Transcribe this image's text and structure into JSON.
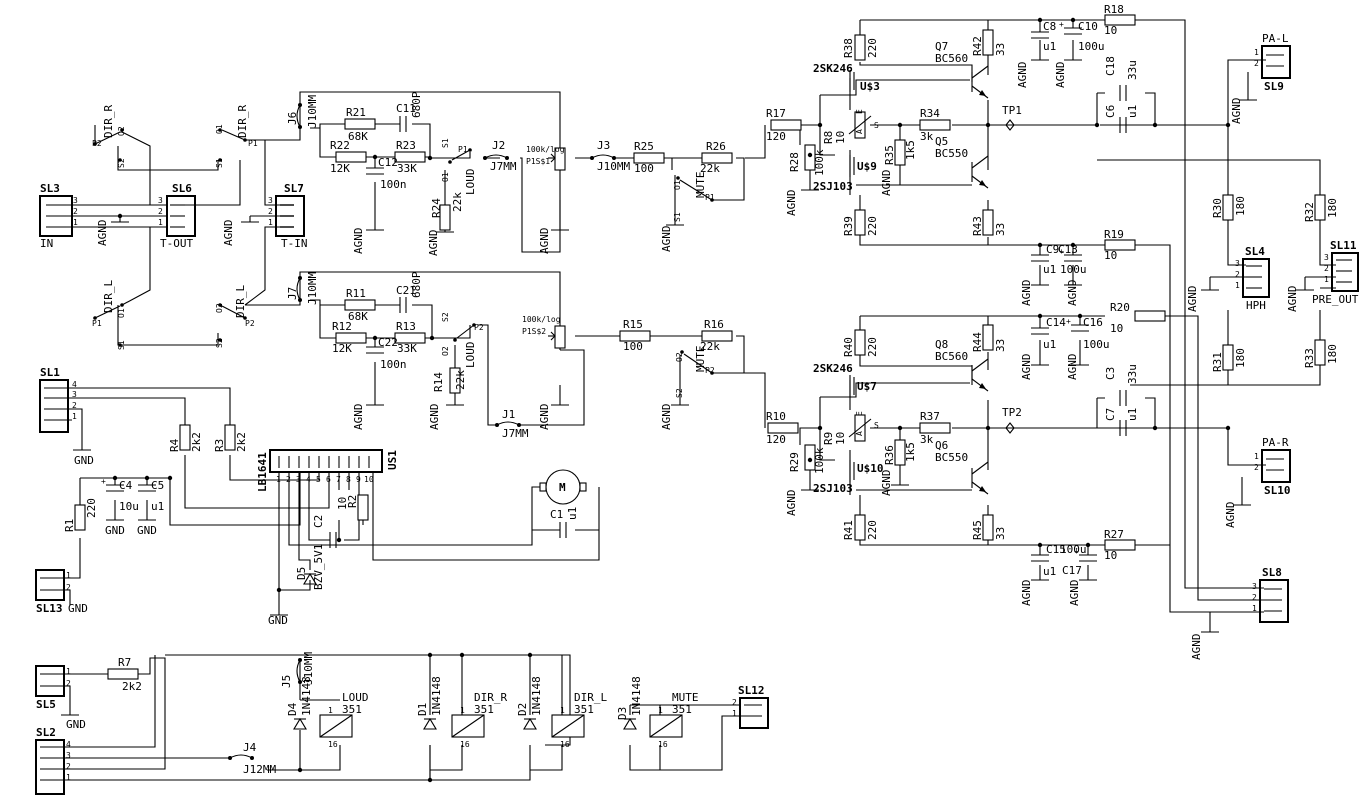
{
  "connectors": [
    {
      "id": "sl3",
      "ref": "SL3",
      "name": "IN",
      "pins": [
        "3",
        "2",
        "1"
      ]
    },
    {
      "id": "sl6",
      "ref": "SL6",
      "name": "T-OUT",
      "pins": [
        "3",
        "2",
        "1"
      ]
    },
    {
      "id": "sl7",
      "ref": "SL7",
      "name": "T-IN",
      "pins": [
        "3",
        "2",
        "1"
      ]
    },
    {
      "id": "sl1",
      "ref": "SL1",
      "name": "",
      "pins": [
        "4",
        "3",
        "2",
        "1"
      ]
    },
    {
      "id": "sl13",
      "ref": "SL13",
      "name": "GND",
      "pins": [
        "1",
        "2"
      ]
    },
    {
      "id": "sl5",
      "ref": "SL5",
      "name": "",
      "pins": [
        "1",
        "2"
      ]
    },
    {
      "id": "sl2",
      "ref": "SL2",
      "name": "",
      "pins": [
        "4",
        "3",
        "2",
        "1"
      ]
    },
    {
      "id": "sl12",
      "ref": "SL12",
      "name": "",
      "pins": [
        "2",
        "1"
      ]
    },
    {
      "id": "sl9",
      "ref": "SL9",
      "name": "PA-L",
      "pins": [
        "1",
        "2"
      ]
    },
    {
      "id": "sl10",
      "ref": "SL10",
      "name": "PA-R",
      "pins": [
        "1",
        "2"
      ]
    },
    {
      "id": "sl4",
      "ref": "SL4",
      "name": "HPH",
      "pins": [
        "3",
        "2",
        "1"
      ]
    },
    {
      "id": "sl11",
      "ref": "SL11",
      "name": "PRE_OUT",
      "pins": [
        "3",
        "2",
        "1"
      ]
    },
    {
      "id": "sl8",
      "ref": "SL8",
      "name": "",
      "pins": [
        "3",
        "2",
        "1"
      ]
    }
  ],
  "resistors": [
    {
      "id": "r21",
      "ref": "R21",
      "value": "68K"
    },
    {
      "id": "r22",
      "ref": "R22",
      "value": "12K"
    },
    {
      "id": "r23",
      "ref": "R23",
      "value": "33K"
    },
    {
      "id": "r24",
      "ref": "R24",
      "value": "22k"
    },
    {
      "id": "r25",
      "ref": "R25",
      "value": "100"
    },
    {
      "id": "r26",
      "ref": "R26",
      "value": "22k"
    },
    {
      "id": "r11",
      "ref": "R11",
      "value": "68K"
    },
    {
      "id": "r12",
      "ref": "R12",
      "value": "12K"
    },
    {
      "id": "r13",
      "ref": "R13",
      "value": "33K"
    },
    {
      "id": "r14",
      "ref": "R14",
      "value": "22k"
    },
    {
      "id": "r15",
      "ref": "R15",
      "value": "100"
    },
    {
      "id": "r16",
      "ref": "R16",
      "value": "22k"
    },
    {
      "id": "r17",
      "ref": "R17",
      "value": "120"
    },
    {
      "id": "r28",
      "ref": "R28",
      "value": "100k"
    },
    {
      "id": "r10",
      "ref": "R10",
      "value": "120"
    },
    {
      "id": "r29",
      "ref": "R29",
      "value": "100k"
    },
    {
      "id": "r38",
      "ref": "R38",
      "value": "220"
    },
    {
      "id": "r39",
      "ref": "R39",
      "value": "220"
    },
    {
      "id": "r40",
      "ref": "R40",
      "value": "220"
    },
    {
      "id": "r41",
      "ref": "R41",
      "value": "220"
    },
    {
      "id": "r42",
      "ref": "R42",
      "value": "33"
    },
    {
      "id": "r43",
      "ref": "R43",
      "value": "33"
    },
    {
      "id": "r44",
      "ref": "R44",
      "value": "33"
    },
    {
      "id": "r45",
      "ref": "R45",
      "value": "33"
    },
    {
      "id": "r34",
      "ref": "R34",
      "value": "3k"
    },
    {
      "id": "r37",
      "ref": "R37",
      "value": "3k"
    },
    {
      "id": "r35",
      "ref": "R35",
      "value": "1k5"
    },
    {
      "id": "r36",
      "ref": "R36",
      "value": "1k5"
    },
    {
      "id": "r18",
      "ref": "R18",
      "value": "10"
    },
    {
      "id": "r19",
      "ref": "R19",
      "value": "10"
    },
    {
      "id": "r20",
      "ref": "R20",
      "value": "10"
    },
    {
      "id": "r27",
      "ref": "R27",
      "value": "10"
    },
    {
      "id": "r30",
      "ref": "R30",
      "value": "180"
    },
    {
      "id": "r31",
      "ref": "R31",
      "value": "180"
    },
    {
      "id": "r32",
      "ref": "R32",
      "value": "180"
    },
    {
      "id": "r33",
      "ref": "R33",
      "value": "180"
    },
    {
      "id": "r4",
      "ref": "R4",
      "value": "2k2"
    },
    {
      "id": "r3",
      "ref": "R3",
      "value": "2k2"
    },
    {
      "id": "r1",
      "ref": "R1",
      "value": "220"
    },
    {
      "id": "r2",
      "ref": "R2",
      "value": "10"
    },
    {
      "id": "r7",
      "ref": "R7",
      "value": "2k2"
    }
  ],
  "capacitors": [
    {
      "id": "c11",
      "ref": "C11",
      "value": "680P"
    },
    {
      "id": "c12",
      "ref": "C12",
      "value": "100n"
    },
    {
      "id": "c21",
      "ref": "C21",
      "value": "680P"
    },
    {
      "id": "c22",
      "ref": "C22",
      "value": "100n"
    },
    {
      "id": "c8",
      "ref": "C8",
      "value": "u1"
    },
    {
      "id": "c10",
      "ref": "C10",
      "value": "100u"
    },
    {
      "id": "c18",
      "ref": "C18",
      "value": "33u"
    },
    {
      "id": "c6",
      "ref": "C6",
      "value": "u1"
    },
    {
      "id": "c9",
      "ref": "C9",
      "value": "u1"
    },
    {
      "id": "c13",
      "ref": "C13",
      "value": "100u"
    },
    {
      "id": "c14",
      "ref": "C14",
      "value": "u1"
    },
    {
      "id": "c16",
      "ref": "C16",
      "value": "100u"
    },
    {
      "id": "c3",
      "ref": "C3",
      "value": "33u"
    },
    {
      "id": "c7",
      "ref": "C7",
      "value": "u1"
    },
    {
      "id": "c15",
      "ref": "C15",
      "value": "u1"
    },
    {
      "id": "c17",
      "ref": "C17",
      "value": "100u"
    },
    {
      "id": "c4",
      "ref": "C4",
      "value": "10u"
    },
    {
      "id": "c5",
      "ref": "C5",
      "value": "u1"
    },
    {
      "id": "c1",
      "ref": "C1",
      "value": "u1"
    },
    {
      "id": "c2",
      "ref": "C2",
      "value": ""
    }
  ],
  "transistors": [
    {
      "id": "q7",
      "ref": "Q7",
      "value": "BC560"
    },
    {
      "id": "q5",
      "ref": "Q5",
      "value": "BC550"
    },
    {
      "id": "q8",
      "ref": "Q8",
      "value": "BC560"
    },
    {
      "id": "q6",
      "ref": "Q6",
      "value": "BC550"
    }
  ],
  "fets": [
    {
      "id": "u3",
      "ref": "U$3",
      "value": "2SK246"
    },
    {
      "id": "u9",
      "ref": "U$9",
      "value": "2SJ103"
    },
    {
      "id": "u7",
      "ref": "U$7",
      "value": "2SK246"
    },
    {
      "id": "u10",
      "ref": "U$10",
      "value": "2SJ103"
    }
  ],
  "trimmers": [
    {
      "id": "r8",
      "ref": "R8",
      "value": "10"
    },
    {
      "id": "r9",
      "ref": "R9",
      "value": "10"
    }
  ],
  "pots": [
    {
      "id": "p1",
      "ref": "P1S$1",
      "value": "100k/log"
    },
    {
      "id": "p2",
      "ref": "P1S$2",
      "value": "100k/log"
    }
  ],
  "jumpers": [
    {
      "id": "j6",
      "ref": "J6",
      "value": "J10MM"
    },
    {
      "id": "j2",
      "ref": "J2",
      "value": "J7MM"
    },
    {
      "id": "j3",
      "ref": "J3",
      "value": "J10MM"
    },
    {
      "id": "j7",
      "ref": "J7",
      "value": "J10MM"
    },
    {
      "id": "j1",
      "ref": "J1",
      "value": "J7MM"
    },
    {
      "id": "j5",
      "ref": "J5",
      "value": "J10MM"
    },
    {
      "id": "j4",
      "ref": "J4",
      "value": "J12MM"
    }
  ],
  "diodes": [
    {
      "id": "d4",
      "ref": "D4",
      "value": "1N4148"
    },
    {
      "id": "d1",
      "ref": "D1",
      "value": "1N4148"
    },
    {
      "id": "d2",
      "ref": "D2",
      "value": "1N4148"
    },
    {
      "id": "d3",
      "ref": "D3",
      "value": "1N4148"
    },
    {
      "id": "d5",
      "ref": "D5",
      "value": "BZV_5V1"
    }
  ],
  "relays": [
    {
      "id": "loud",
      "name": "LOUD",
      "value": "351"
    },
    {
      "id": "dirr",
      "name": "DIR_R",
      "value": "351"
    },
    {
      "id": "dirl",
      "name": "DIR_L",
      "value": "351"
    },
    {
      "id": "mute",
      "name": "MUTE",
      "value": "351"
    }
  ],
  "switches": [
    {
      "id": "sw_dirr1",
      "name": "DIR_R"
    },
    {
      "id": "sw_dirr2",
      "name": "DIR_R"
    },
    {
      "id": "sw_dirl1",
      "name": "DIR_L"
    },
    {
      "id": "sw_dirl2",
      "name": "DIR_L"
    },
    {
      "id": "sw_loud1",
      "name": "LOUD"
    },
    {
      "id": "sw_loud2",
      "name": "LOUD"
    },
    {
      "id": "sw_mute1",
      "name": "MUTE"
    },
    {
      "id": "sw_mute2",
      "name": "MUTE"
    }
  ],
  "ic": {
    "ref": "US1",
    "value": "LB1641",
    "pins": [
      "1",
      "2",
      "3",
      "4",
      "5",
      "6",
      "7",
      "8",
      "9",
      "10"
    ]
  },
  "motor": {
    "label": "M"
  },
  "testpoints": [
    {
      "id": "tp1",
      "ref": "TP1"
    },
    {
      "id": "tp2",
      "ref": "TP2"
    }
  ],
  "gnd_labels": {
    "agnd": "AGND",
    "gnd": "GND"
  },
  "contact_labels": {
    "p1": "P1",
    "p2": "P2",
    "o1": "O1",
    "o2": "O2",
    "s1": "S1",
    "s2": "S2",
    "fet_d": "D",
    "fet_s": "S",
    "fet_a": "A",
    "fet_e": "E"
  }
}
